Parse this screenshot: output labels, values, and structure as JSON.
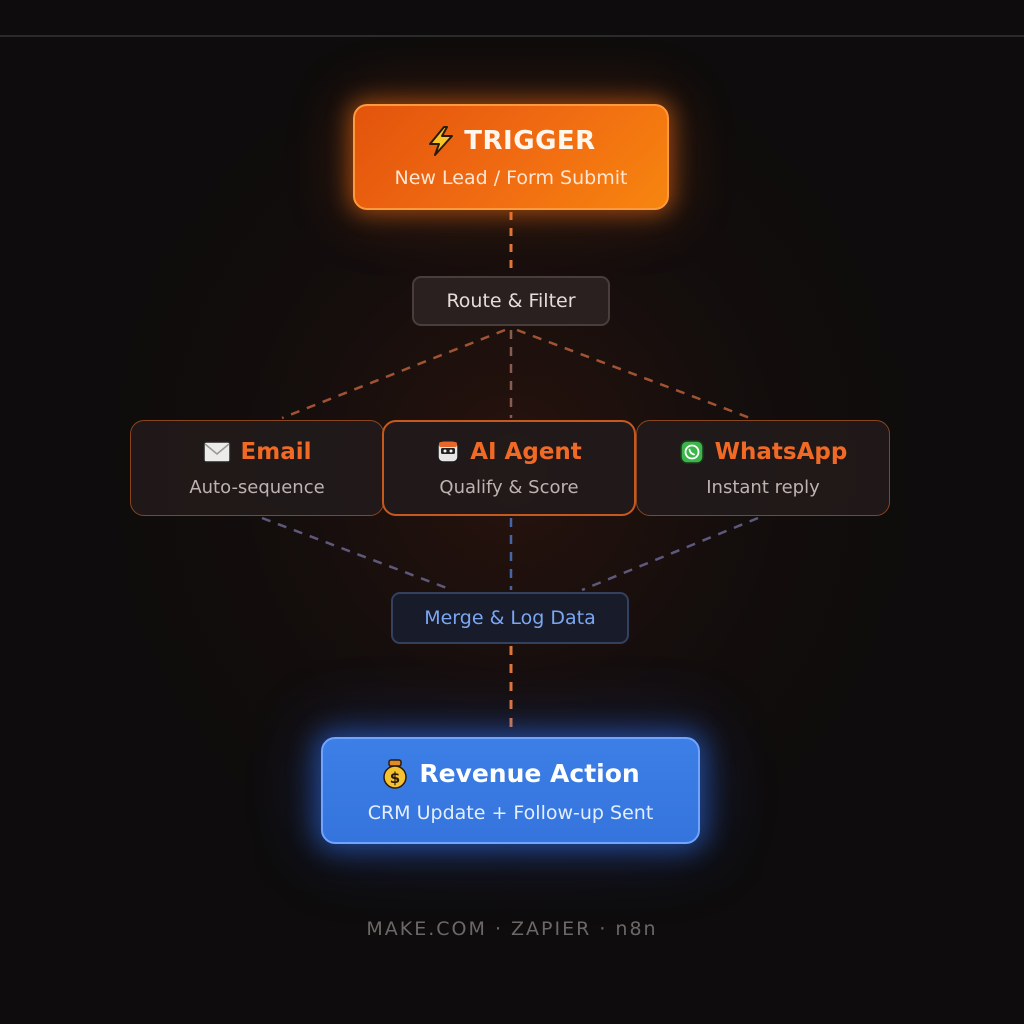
{
  "colors": {
    "background": "#0e0c0c",
    "trigger_orange": "#f06a12",
    "accent_orange": "#f06a26",
    "connector_orange": "#d9703a",
    "connector_blue": "#4a6fb8",
    "merge_text": "#7ba6f2",
    "revenue_blue": "#3c7fe6",
    "footer_text": "#6c6868"
  },
  "trigger": {
    "icon": "lightning-bolt-icon",
    "title": "TRIGGER",
    "subtitle": "New Lead / Form Submit"
  },
  "router": {
    "label": "Route & Filter"
  },
  "channels": [
    {
      "icon": "envelope-icon",
      "title": "Email",
      "subtitle": "Auto-sequence"
    },
    {
      "icon": "robot-icon",
      "title": "AI Agent",
      "subtitle": "Qualify & Score"
    },
    {
      "icon": "whatsapp-icon",
      "title": "WhatsApp",
      "subtitle": "Instant reply"
    }
  ],
  "merge": {
    "label": "Merge & Log Data"
  },
  "result": {
    "icon": "money-bag-icon",
    "title": "Revenue Action",
    "subtitle": "CRM Update + Follow-up Sent"
  },
  "footer": {
    "platforms": "MAKE.COM  ·  ZAPIER  ·  n8n"
  }
}
